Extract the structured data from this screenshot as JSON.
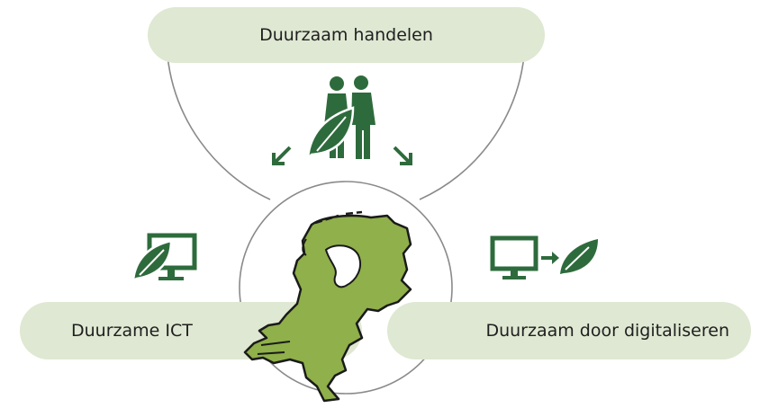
{
  "diagram": {
    "top_label": "Duurzaam handelen",
    "left_label": "Duurzame ICT",
    "right_label": "Duurzaam door digitaliseren",
    "colors": {
      "pill": "#dfe8d2",
      "icon": "#2e6b3c",
      "map": "#8fb04a",
      "line": "#8a8a8a"
    },
    "icons": [
      "people-with-leaf-icon",
      "monitor-leaf-icon",
      "monitor-arrow-leaf-icon",
      "netherlands-map"
    ]
  }
}
